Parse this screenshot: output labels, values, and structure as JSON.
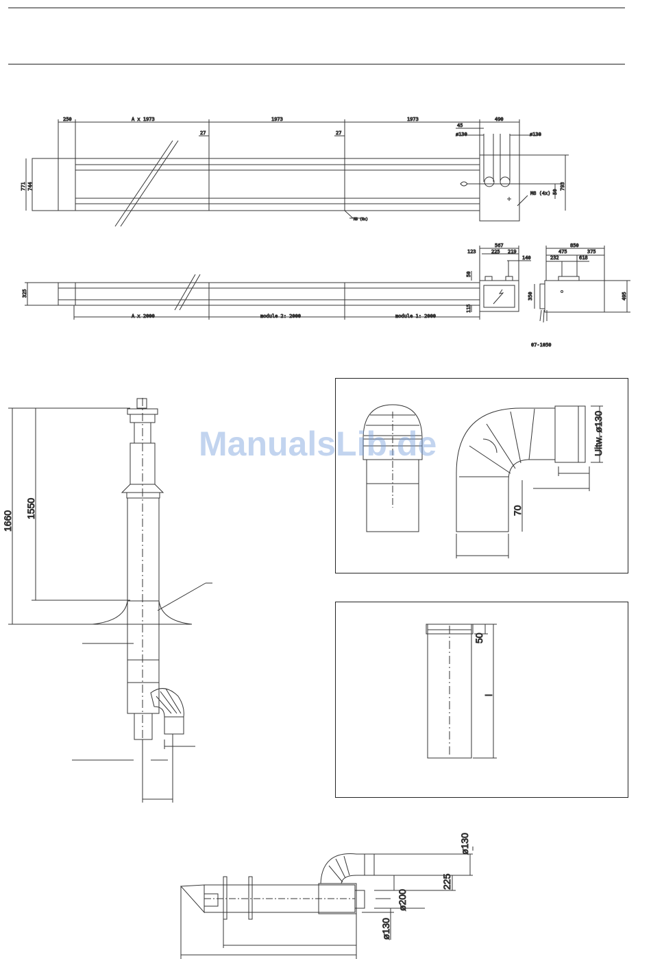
{
  "watermark": "ManualsLib.de",
  "top_drawing": {
    "dims_top": [
      "250",
      "A x 1973",
      "1973",
      "1973",
      "490",
      "45"
    ],
    "dims_27": [
      "27",
      "27"
    ],
    "dia_labels": [
      "ø130",
      "ø130"
    ],
    "height_labels": [
      "771",
      "744"
    ],
    "right_labels": [
      "793",
      "50",
      "M8 (4x)"
    ],
    "note": "M8 (8x)"
  },
  "middle_drawing": {
    "side_left_label": "325",
    "bottom_dims": [
      "A x 2000",
      "module 2: 2000",
      "module 1: 2000"
    ],
    "box_dims": [
      "567",
      "123",
      "225",
      "219",
      "140",
      "50",
      "115"
    ],
    "end_dims": [
      "850",
      "475",
      "375",
      "232",
      "618",
      "350",
      "495"
    ],
    "drawing_code": "07-1050"
  },
  "vertical_drawing": {
    "dim_1660": "1660",
    "dim_1550": "1550"
  },
  "elbow_frame": {
    "dia_label": "Uitw. ø130",
    "dim_70": "70"
  },
  "pipe_frame": {
    "dim_50": "50",
    "dim_l": "l"
  },
  "horizontal_drawing": {
    "dia_top": "ø130",
    "dim_225": "225",
    "dia_200": "ø200",
    "dia_130": "ø130"
  }
}
